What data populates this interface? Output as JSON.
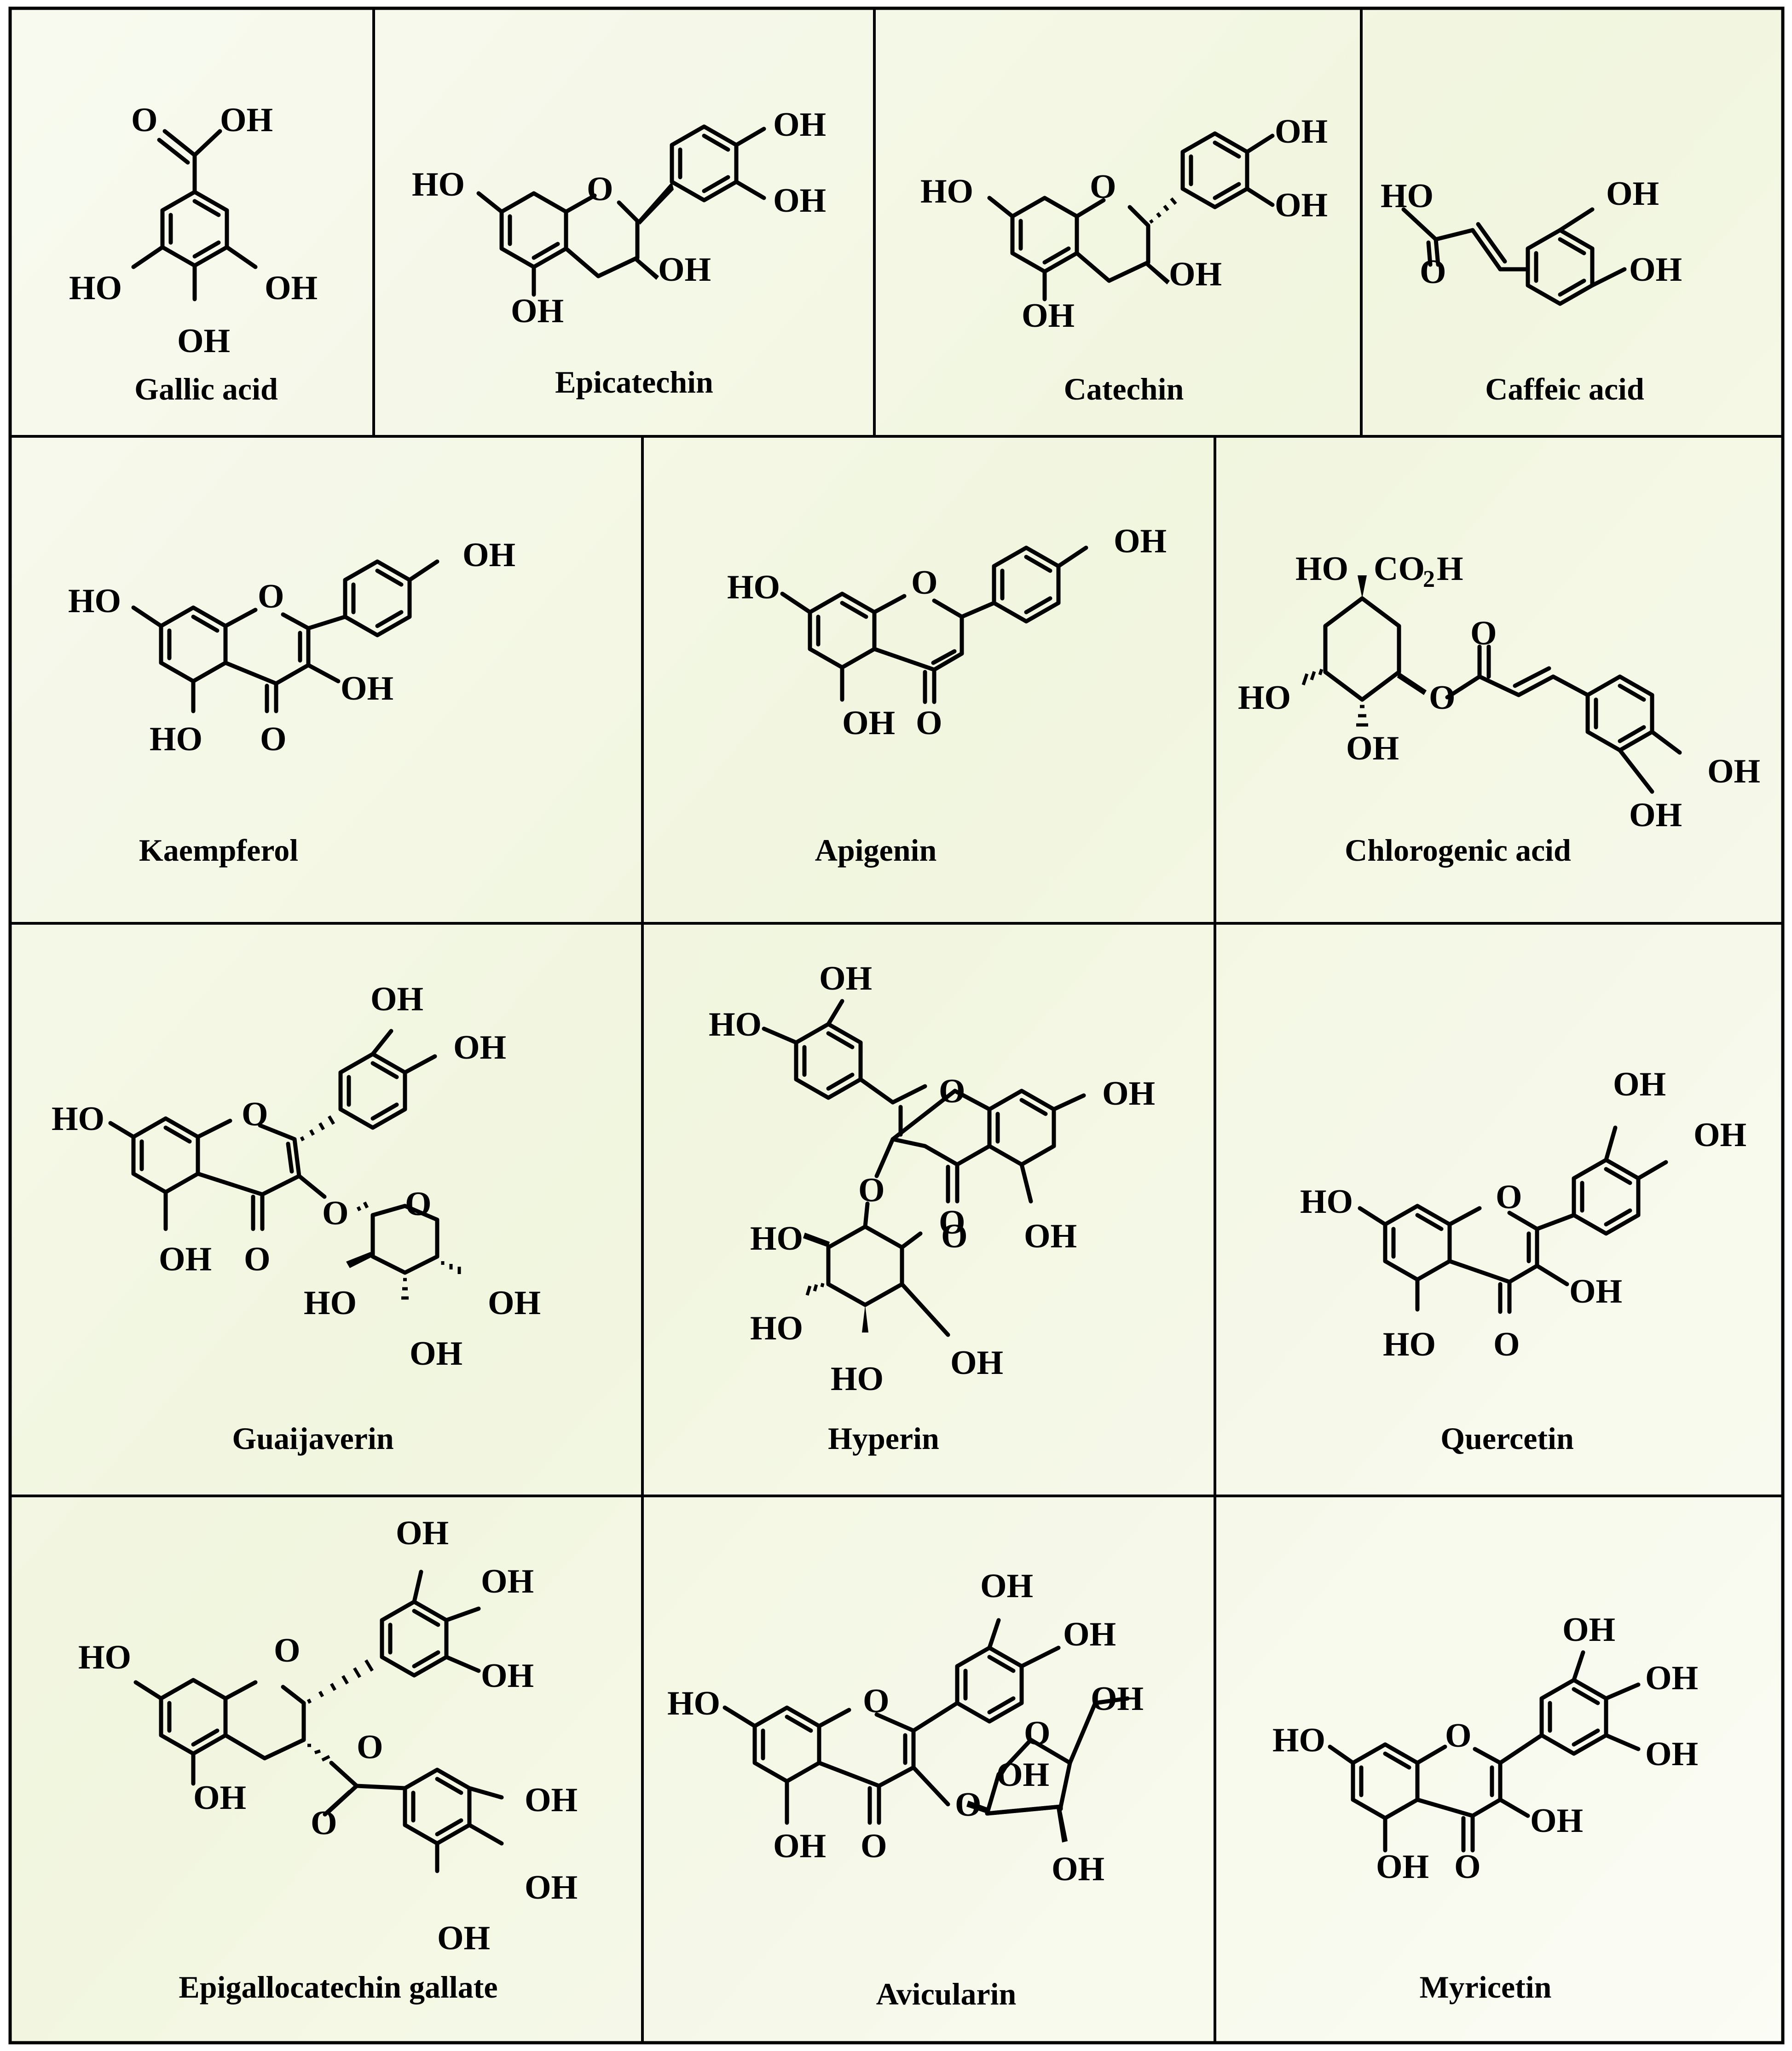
{
  "compounds": [
    {
      "id": "gallic-acid",
      "name": "Gallic acid",
      "atom_labels": [
        "O",
        "OH",
        "HO",
        "OH",
        "OH"
      ]
    },
    {
      "id": "epicatechin",
      "name": "Epicatechin",
      "atom_labels": [
        "OH",
        "HO",
        "O",
        "OH",
        "OH",
        "OH"
      ]
    },
    {
      "id": "catechin",
      "name": "Catechin",
      "atom_labels": [
        "OH",
        "HO",
        "O",
        "OH",
        "OH",
        "OH"
      ]
    },
    {
      "id": "caffeic-acid",
      "name": "Caffeic acid",
      "atom_labels": [
        "HO",
        "OH",
        "O",
        "OH"
      ]
    },
    {
      "id": "kaempferol",
      "name": "Kaempferol",
      "atom_labels": [
        "OH",
        "HO",
        "O",
        "OH",
        "HO",
        "O"
      ]
    },
    {
      "id": "apigenin",
      "name": "Apigenin",
      "atom_labels": [
        "OH",
        "HO",
        "O",
        "OH",
        "O"
      ]
    },
    {
      "id": "chlorogenic-acid",
      "name": "Chlorogenic acid",
      "atom_labels": [
        "HO",
        "CO",
        "2",
        "H",
        "O",
        "HO",
        "O",
        "OH",
        "OH",
        "OH"
      ]
    },
    {
      "id": "guaijaverin",
      "name": "Guaijaverin",
      "atom_labels": [
        "OH",
        "OH",
        "HO",
        "O",
        "O",
        "O",
        "OH",
        "O",
        "HO",
        "OH",
        "OH"
      ]
    },
    {
      "id": "hyperin",
      "name": "Hyperin",
      "atom_labels": [
        "OH",
        "HO",
        "O",
        "OH",
        "O",
        "HO",
        "O",
        "O",
        "OH",
        "HO",
        "OH",
        "HO"
      ]
    },
    {
      "id": "quercetin",
      "name": "Quercetin",
      "atom_labels": [
        "OH",
        "OH",
        "HO",
        "O",
        "OH",
        "HO",
        "O"
      ]
    },
    {
      "id": "epigallocatechin-gallate",
      "name": "Epigallocatechin gallate",
      "atom_labels": [
        "OH",
        "OH",
        "HO",
        "O",
        "OH",
        "O",
        "OH",
        "O",
        "OH",
        "OH",
        "OH"
      ]
    },
    {
      "id": "avicularin",
      "name": "Avicularin",
      "atom_labels": [
        "OH",
        "OH",
        "HO",
        "O",
        "OH",
        "O",
        "OH",
        "O",
        "OH",
        "O",
        "OH"
      ]
    },
    {
      "id": "myricetin",
      "name": "Myricetin",
      "atom_labels": [
        "OH",
        "OH",
        "HO",
        "O",
        "OH",
        "OH",
        "OH",
        "O"
      ]
    }
  ]
}
